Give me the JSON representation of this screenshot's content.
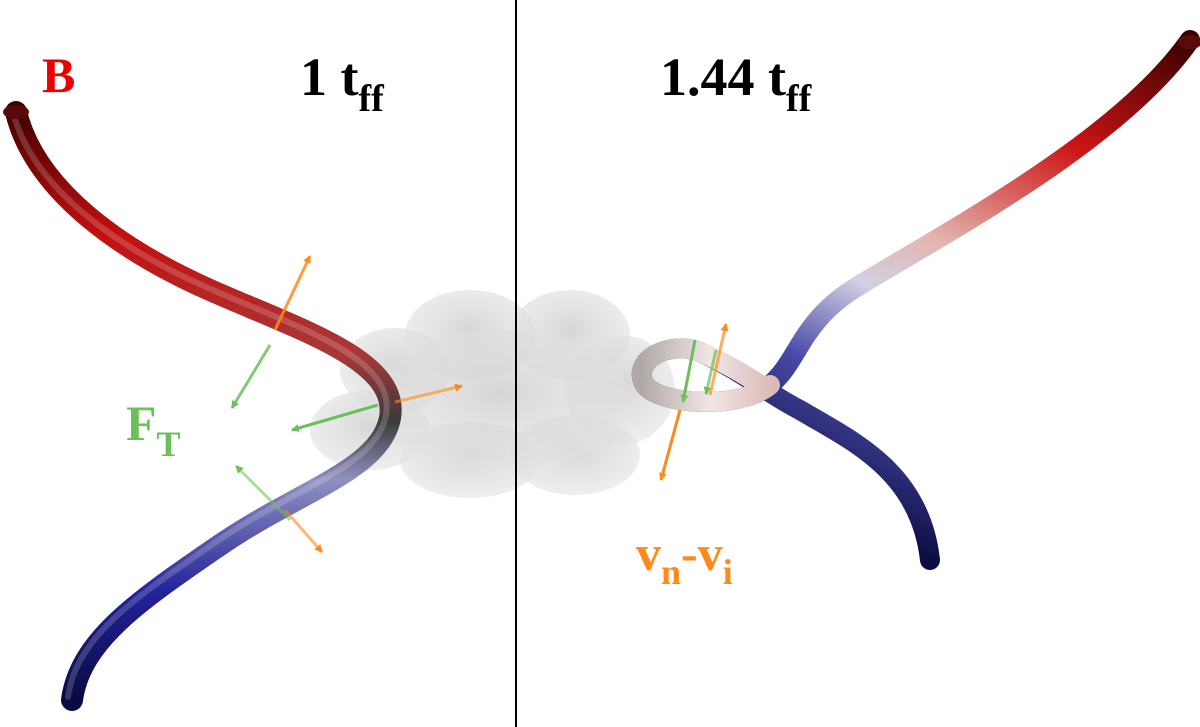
{
  "labels": {
    "field": "B",
    "left_time_main": "1 t",
    "left_time_sub": "ff",
    "right_time_main": "1.44 t",
    "right_time_sub": "ff",
    "tension_main": "F",
    "tension_sub": "T",
    "drift_v1": "v",
    "drift_sub1": "n",
    "drift_dash": "-v",
    "drift_sub2": "i"
  },
  "colors": {
    "field_label": "#ee0000",
    "tension": "#6cbf5a",
    "drift": "#ff8a1a",
    "tube_dark_red": "#3a0000",
    "tube_red": "#cc1111",
    "tube_pale": "#e8c8c4",
    "tube_pale_blue": "#c8c8e0",
    "tube_blue": "#2a2a9a",
    "tube_dark_blue": "#0a0a40",
    "cloud": "#d9d9d9",
    "divider": "#000000"
  },
  "panels": [
    "left",
    "right"
  ]
}
